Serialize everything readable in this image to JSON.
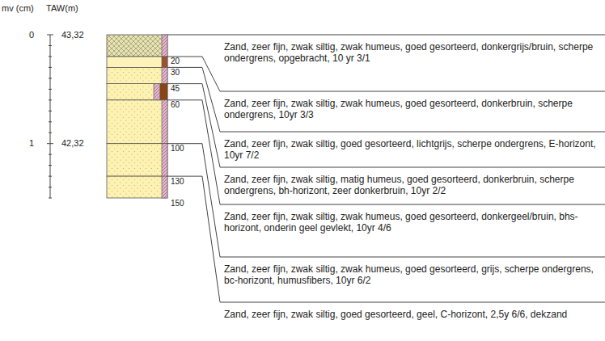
{
  "diagram": {
    "labels": [
      "mv (cm)",
      "TAW(m)",
      "0",
      "43,32",
      "1",
      "42,32",
      "20",
      "30",
      "45",
      "60",
      "100",
      "130",
      "150",
      "Zand, zeer fijn, zwak siltig, zwak humeus, goed gesorteerd, donkergrijs/bruin, scherpe ondergrens, opgebracht, 10 yr 3/1",
      "Zand, zeer fijn, zwak siltig, zwak humeus, goed gesorteerd, donkerbruin, scherpe ondergrens, 10yr 3/3",
      "Zand, zeer fijn, zwak siltig, goed gesorteerd, lichtgrijs, scherpe ondergrens, E-horizont, 10yr 7/2",
      "Zand, zeer fijn, zwak siltig, matig humeus, goed gesorteerd, donkerbruin, scherpe ondergrens, bh-horizont, zeer donkerbruin, 10yr 2/2",
      "Zand, zeer fijn, zwak siltig, zwak humeus, goed gesorteerd, donkergeel/bruin, bhs-horizont, onderin geel gevlekt, 10yr 4/6",
      "Zand, zeer fijn, zwak siltig, zwak humeus, goed gesorteerd, grijs, scherpe ondergrens, bc-horizont, humusfibers, 10yr 6/2",
      "Zand, zeer fijn, zwak siltig, goed gesorteerd, geel, C-horizont, 2,5y 6/6, dekzand"
    ]
  }
}
